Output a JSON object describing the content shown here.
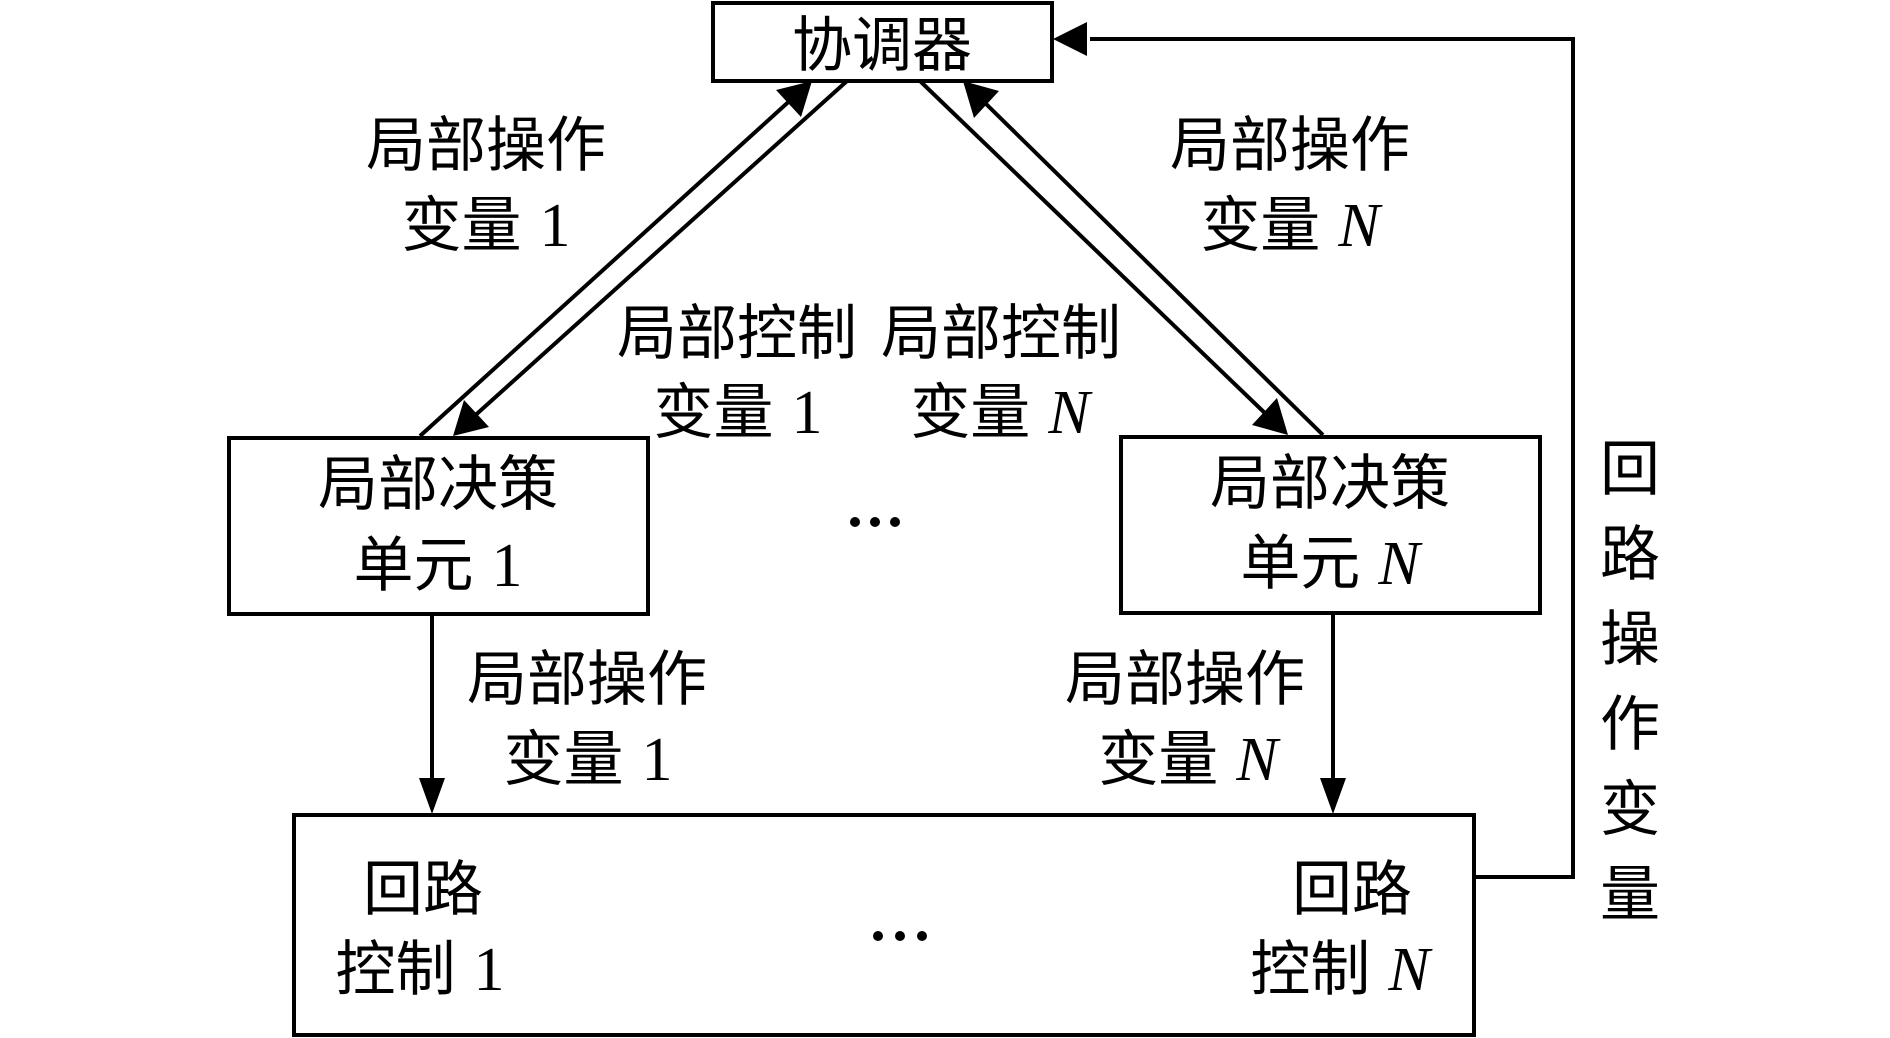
{
  "diagram": {
    "title": "Hierarchical coordination control structure",
    "colors": {
      "stroke": "#000000",
      "background": "#ffffff"
    },
    "nodes": {
      "coordinator": {
        "label": "协调器"
      },
      "decision_unit_1": {
        "line1": "局部决策",
        "line2": "单元",
        "index": "1"
      },
      "decision_unit_n": {
        "line1": "局部决策",
        "line2": "单元",
        "index": "N"
      },
      "loop_control_1": {
        "line1": "回路",
        "line2": "控制",
        "index": "1"
      },
      "loop_control_n": {
        "line1": "回路",
        "line2": "控制",
        "index": "N"
      },
      "middle_ellipsis": "…",
      "bottom_ellipsis": "…"
    },
    "edge_labels": {
      "upper_op_var_1": {
        "line1": "局部操作",
        "line2": "变量",
        "index": "1"
      },
      "upper_op_var_n": {
        "line1": "局部操作",
        "line2": "变量",
        "index": "N"
      },
      "ctrl_var_1": {
        "line1": "局部控制",
        "line2": "变量",
        "index": "1"
      },
      "ctrl_var_n": {
        "line1": "局部控制",
        "line2": "变量",
        "index": "N"
      },
      "lower_op_var_1": {
        "line1": "局部操作",
        "line2": "变量",
        "index": "1"
      },
      "lower_op_var_n": {
        "line1": "局部操作",
        "line2": "变量",
        "index": "N"
      },
      "loop_op_var": {
        "chars": [
          "回",
          "路",
          "操",
          "作",
          "变",
          "量"
        ]
      }
    },
    "edges": [
      {
        "from": "decision_unit_1",
        "to": "coordinator",
        "label": "upper_op_var_1"
      },
      {
        "from": "coordinator",
        "to": "decision_unit_1",
        "label": "ctrl_var_1"
      },
      {
        "from": "coordinator",
        "to": "decision_unit_n",
        "label": "ctrl_var_n"
      },
      {
        "from": "decision_unit_n",
        "to": "coordinator",
        "label": "upper_op_var_n"
      },
      {
        "from": "decision_unit_1",
        "to": "loop_control_1",
        "label": "lower_op_var_1"
      },
      {
        "from": "decision_unit_n",
        "to": "loop_control_n",
        "label": "lower_op_var_n"
      },
      {
        "from": "loop_control_n",
        "to": "coordinator",
        "label": "loop_op_var"
      }
    ]
  }
}
